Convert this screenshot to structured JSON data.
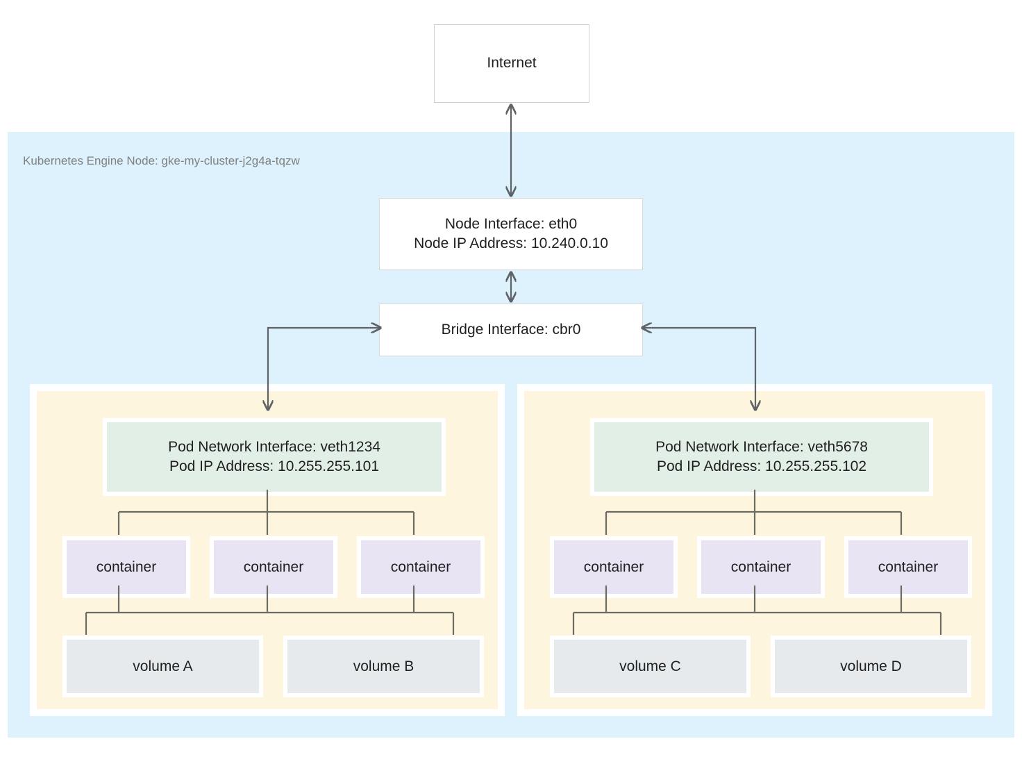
{
  "diagram": {
    "title_region": "Kubernetes Engine Node: gke-my-cluster-j2g4a-tqzw",
    "internet": {
      "label": "Internet"
    },
    "node_interface": {
      "line1": "Node Interface: eth0",
      "line2": "Node IP Address: 10.240.0.10"
    },
    "bridge": {
      "label": "Bridge Interface: cbr0"
    },
    "pods": [
      {
        "iface_line1": "Pod Network Interface: veth1234",
        "iface_line2": "Pod IP Address: 10.255.255.101",
        "containers": [
          {
            "label": "container"
          },
          {
            "label": "container"
          },
          {
            "label": "container"
          }
        ],
        "volumes": [
          {
            "label": "volume A"
          },
          {
            "label": "volume B"
          }
        ]
      },
      {
        "iface_line1": "Pod Network Interface: veth5678",
        "iface_line2": "Pod IP Address: 10.255.255.102",
        "containers": [
          {
            "label": "container"
          },
          {
            "label": "container"
          },
          {
            "label": "container"
          }
        ],
        "volumes": [
          {
            "label": "volume C"
          },
          {
            "label": "volume D"
          }
        ]
      }
    ],
    "colors": {
      "node_region": "#ddf2fd",
      "pod_region": "#fdf5dd",
      "pod_iface": "#e2efe7",
      "container": "#e9e4f4",
      "volume": "#e7eaec",
      "connector": "#5f6368",
      "box_border": "#cfcfcf",
      "region_label_text": "#808080",
      "text": "#1f1f1f"
    }
  }
}
